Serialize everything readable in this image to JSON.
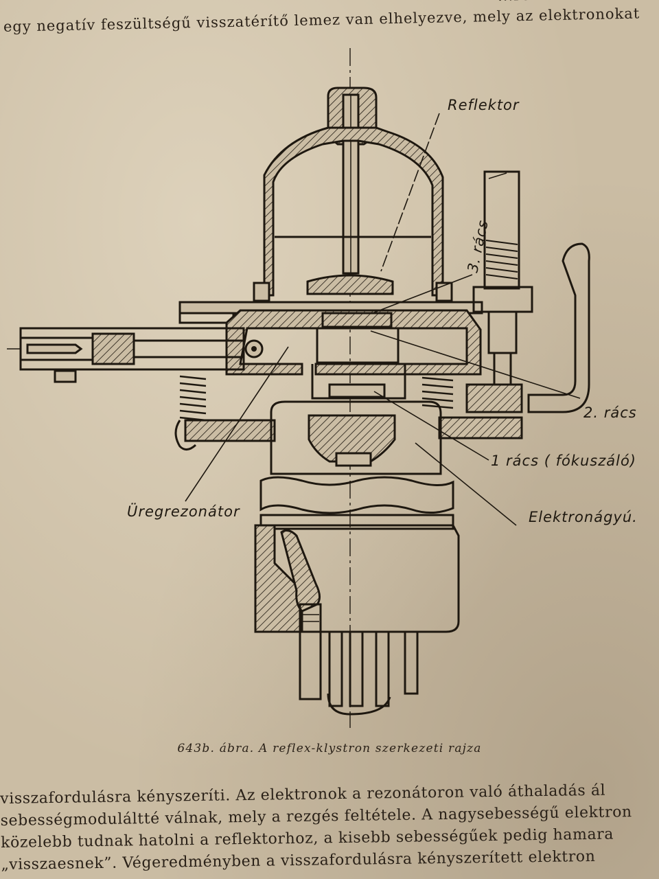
{
  "top_text": {
    "line1": "...rezonátor után",
    "line2": "egy negatív feszültségű visszatérítő lemez van elhelyezve, mely az elektronokat"
  },
  "labels": {
    "reflektor": "Reflektor",
    "racs3": "3. rács",
    "racs2": "2. rács",
    "racs1": "1 rács ( fókuszáló)",
    "elektronagyu": "Elektronágyú.",
    "uregrezonator": "Üregrezonátor"
  },
  "caption": "643b. ábra. A reflex-klystron szerkezeti rajza",
  "bottom_text": {
    "line1": "visszafordulásra kényszeríti. Az elektronok a rezonátoron való áthaladás ál",
    "line2": "sebességmoduláltté válnak, mely a rezgés feltétele. A nagysebességű elektron",
    "line3": "közelebb tudnak hatolni a reflektorhoz, a kisebb sebességűek pedig hamara",
    "line4": "„visszaesnek”. Végeredményben a visszafordulásra kényszerített elektron"
  }
}
